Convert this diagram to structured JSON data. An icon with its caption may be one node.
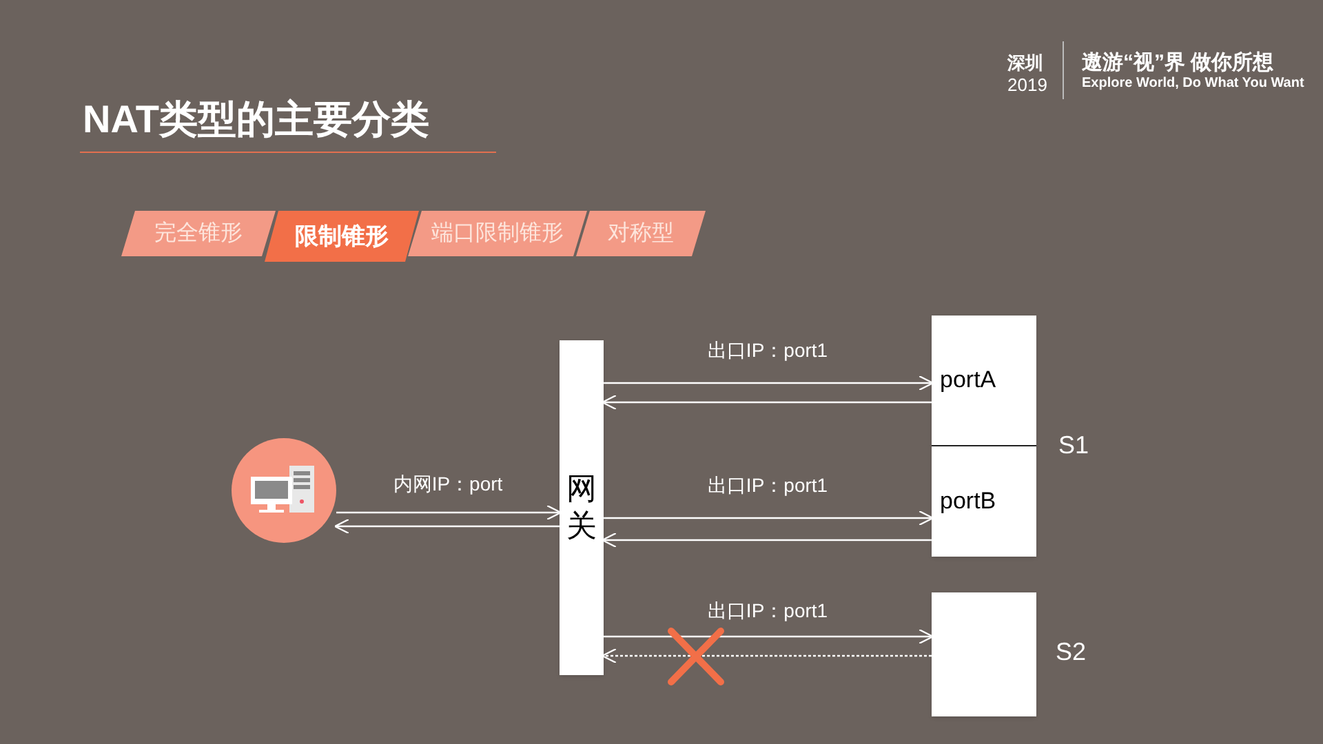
{
  "diagram": {
    "title": "NAT类型的主要分类",
    "nodes": [
      {
        "text": [],
        "shape": "picture"
      },
      {
        "text": [
          "网关"
        ]
      },
      {
        "text": [],
        "shape": "box",
        "beside": [
          "S1"
        ]
      },
      {
        "text": [
          "portA"
        ],
        "in": 2
      },
      {
        "text": [
          "portB"
        ],
        "in": 2
      },
      {
        "text": [],
        "shape": "box",
        "beside": [
          "S2"
        ]
      }
    ],
    "edges": [
      {
        "from": 0,
        "to": 1,
        "arrow": "to",
        "label": "内网IP：port"
      },
      {
        "from": 1,
        "to": 0,
        "arrow": "to"
      },
      {
        "from": 1,
        "to": 3,
        "arrow": "to",
        "label": "出口IP：port1"
      },
      {
        "from": 3,
        "to": 1,
        "arrow": "to"
      },
      {
        "from": 1,
        "to": 4,
        "arrow": "to",
        "label": "出口IP：port1"
      },
      {
        "from": 4,
        "to": 1,
        "arrow": "to"
      },
      {
        "from": 1,
        "to": 5,
        "arrow": "to",
        "label": "出口IP：port1"
      },
      {
        "from": 5,
        "to": 1,
        "arrow": "to",
        "style": "dashed"
      }
    ],
    "labels": [
      "深圳",
      "2019",
      "遨游“视”界 做你所想",
      "Explore World, Do What You Want",
      "完全锥形",
      "限制锥形",
      "端口限制锥形",
      "对称型"
    ]
  }
}
